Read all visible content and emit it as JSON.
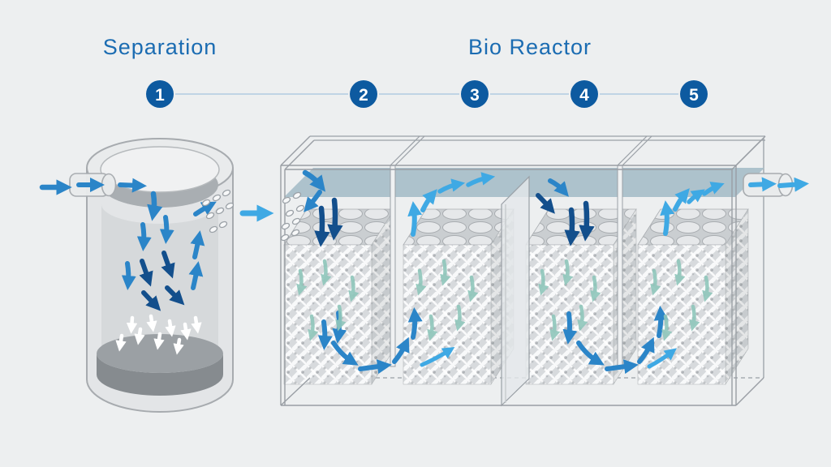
{
  "header": {
    "sections": [
      {
        "title": "Separation"
      },
      {
        "title": "Bio Reactor"
      }
    ]
  },
  "steps": [
    {
      "label": "1"
    },
    {
      "label": "2"
    },
    {
      "label": "3"
    },
    {
      "label": "4"
    },
    {
      "label": "5"
    }
  ],
  "colors": {
    "background": "#edeff0",
    "title_text": "#1b6cb2",
    "step_circle": "#0d5aa0",
    "step_number": "#ffffff",
    "step_connector": "#a5c3de",
    "flow_medium_blue": "#2b85c8",
    "flow_dark_blue": "#134f8c",
    "flow_light_blue": "#3fa9e4",
    "biofilm_teal": "#8fc7bb",
    "settling_white": "#ffffff",
    "water_surface": "#a8bec9",
    "vessel_outline": "#9aa0a6",
    "sludge_gray": "#868b8f"
  }
}
